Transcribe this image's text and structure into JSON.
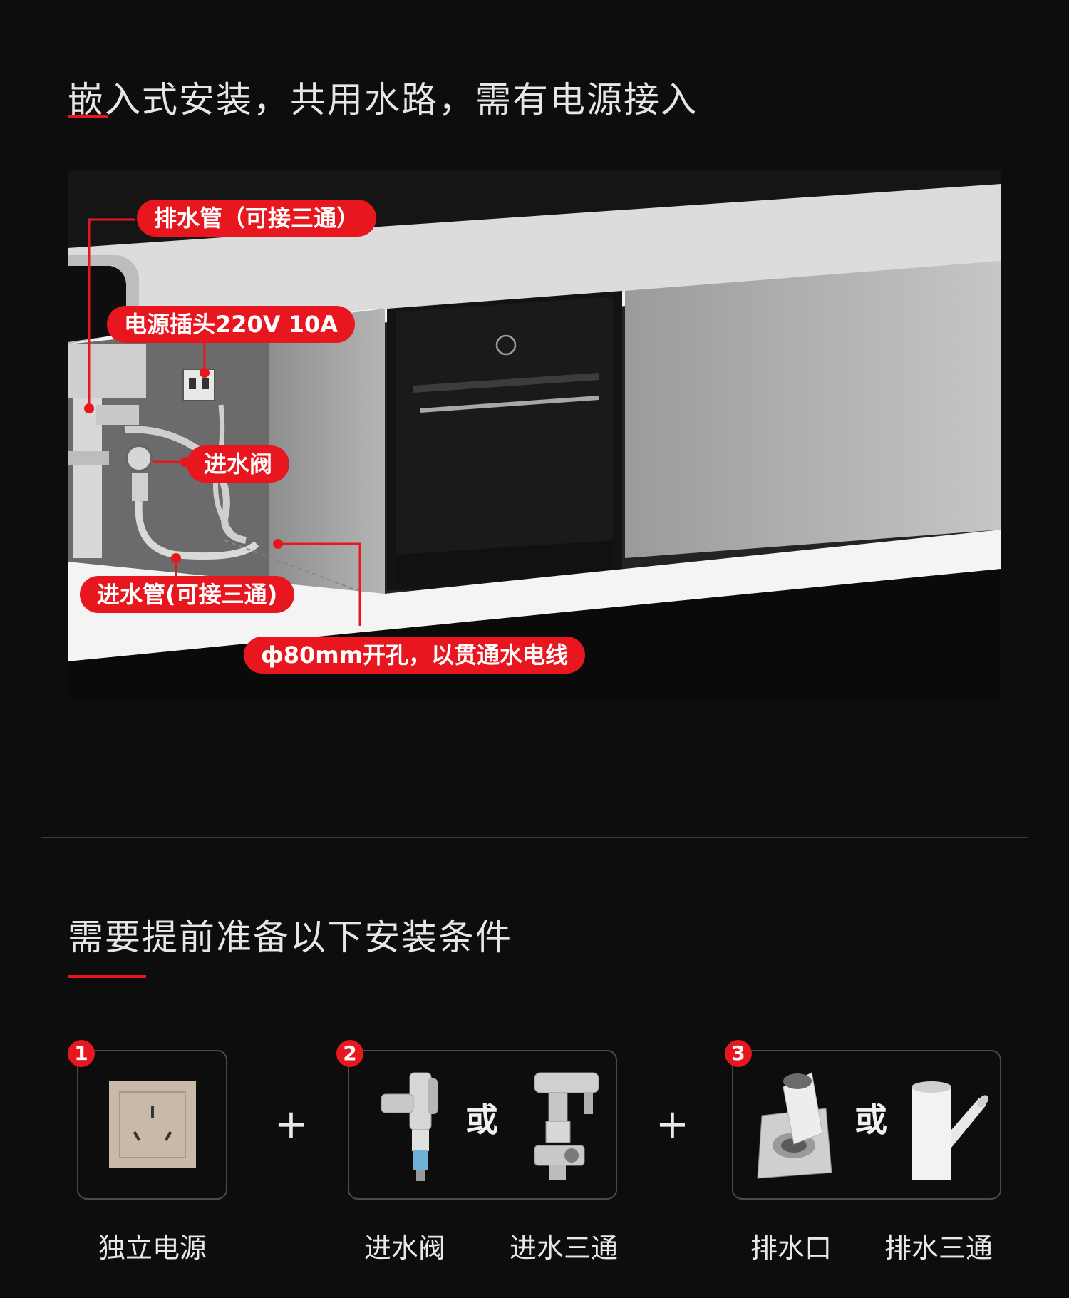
{
  "section1": {
    "title": "嵌入式安装，共用水路，需有电源接入",
    "labels": {
      "drain_pipe": "排水管（可接三通）",
      "power_plug": "电源插头220V 10A",
      "inlet_valve": "进水阀",
      "inlet_pipe": "进水管(可接三通)",
      "hole": "ф80mm开孔，以贯通水电线"
    }
  },
  "section2": {
    "title": "需要提前准备以下安装条件",
    "plus": "+",
    "or": "或",
    "items": [
      {
        "number": "1",
        "icon": "wall-socket-icon",
        "captions": [
          "独立电源"
        ]
      },
      {
        "number": "2",
        "icons": [
          "angle-valve-icon",
          "three-way-valve-icon"
        ],
        "captions": [
          "进水阀",
          "进水三通"
        ]
      },
      {
        "number": "3",
        "icons": [
          "floor-drain-icon",
          "drain-tee-icon"
        ],
        "captions": [
          "排水口",
          "排水三通"
        ]
      }
    ]
  },
  "colors": {
    "accent": "#e8171f",
    "background": "#0d0d0d"
  }
}
